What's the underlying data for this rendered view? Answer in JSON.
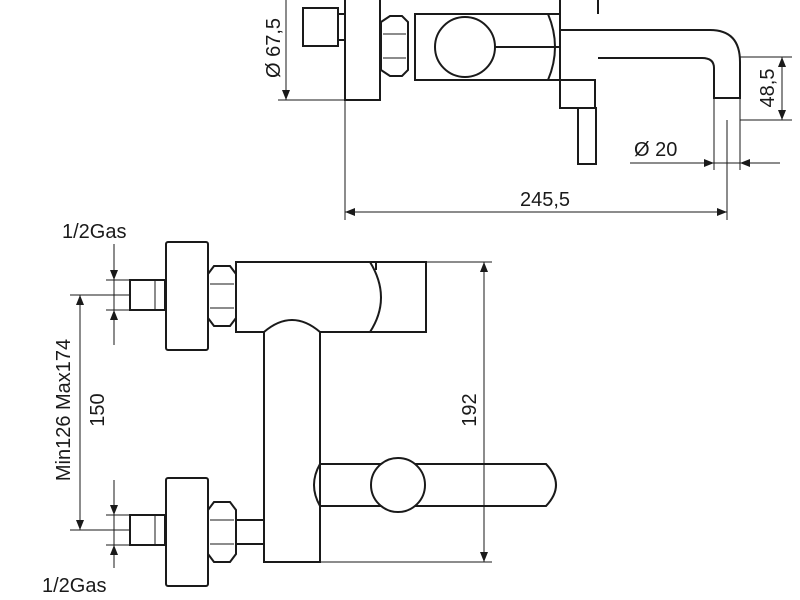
{
  "dimensions": {
    "dia_67_5": "Ø 67,5",
    "h_48_5": "48,5",
    "dia_20": "Ø 20",
    "w_245_5": "245,5",
    "thread_top": "1/2Gas",
    "thread_bottom": "1/2Gas",
    "min_max": "Min126  Max174",
    "centers_150": "150",
    "h_192": "192"
  }
}
